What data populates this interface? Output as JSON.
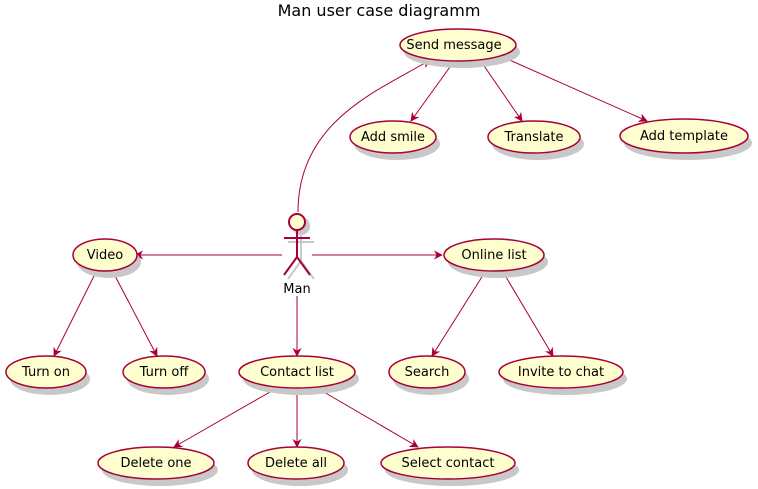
{
  "title": "Man user case diagramm",
  "actor": {
    "label": "Man"
  },
  "use_cases": {
    "send_message": "Send message",
    "add_smile": "Add smile",
    "translate": "Translate",
    "add_template": "Add template",
    "video": "Video",
    "online_list": "Online list",
    "turn_on": "Turn on",
    "turn_off": "Turn off",
    "contact_list": "Contact list",
    "search": "Search",
    "invite_to_chat": "Invite to chat",
    "delete_one": "Delete one",
    "delete_all": "Delete all",
    "select_contact": "Select contact"
  },
  "relations": [
    {
      "from": "actor",
      "to": "send_message"
    },
    {
      "from": "send_message",
      "to": "add_smile"
    },
    {
      "from": "send_message",
      "to": "translate"
    },
    {
      "from": "send_message",
      "to": "add_template"
    },
    {
      "from": "actor",
      "to": "video"
    },
    {
      "from": "actor",
      "to": "online_list"
    },
    {
      "from": "actor",
      "to": "contact_list"
    },
    {
      "from": "video",
      "to": "turn_on"
    },
    {
      "from": "video",
      "to": "turn_off"
    },
    {
      "from": "online_list",
      "to": "search"
    },
    {
      "from": "online_list",
      "to": "invite_to_chat"
    },
    {
      "from": "contact_list",
      "to": "delete_one"
    },
    {
      "from": "contact_list",
      "to": "delete_all"
    },
    {
      "from": "contact_list",
      "to": "select_contact"
    }
  ],
  "colors": {
    "usecase_fill": "#FEFECE",
    "stroke": "#A80036",
    "shadow": "#C8C8C8"
  }
}
